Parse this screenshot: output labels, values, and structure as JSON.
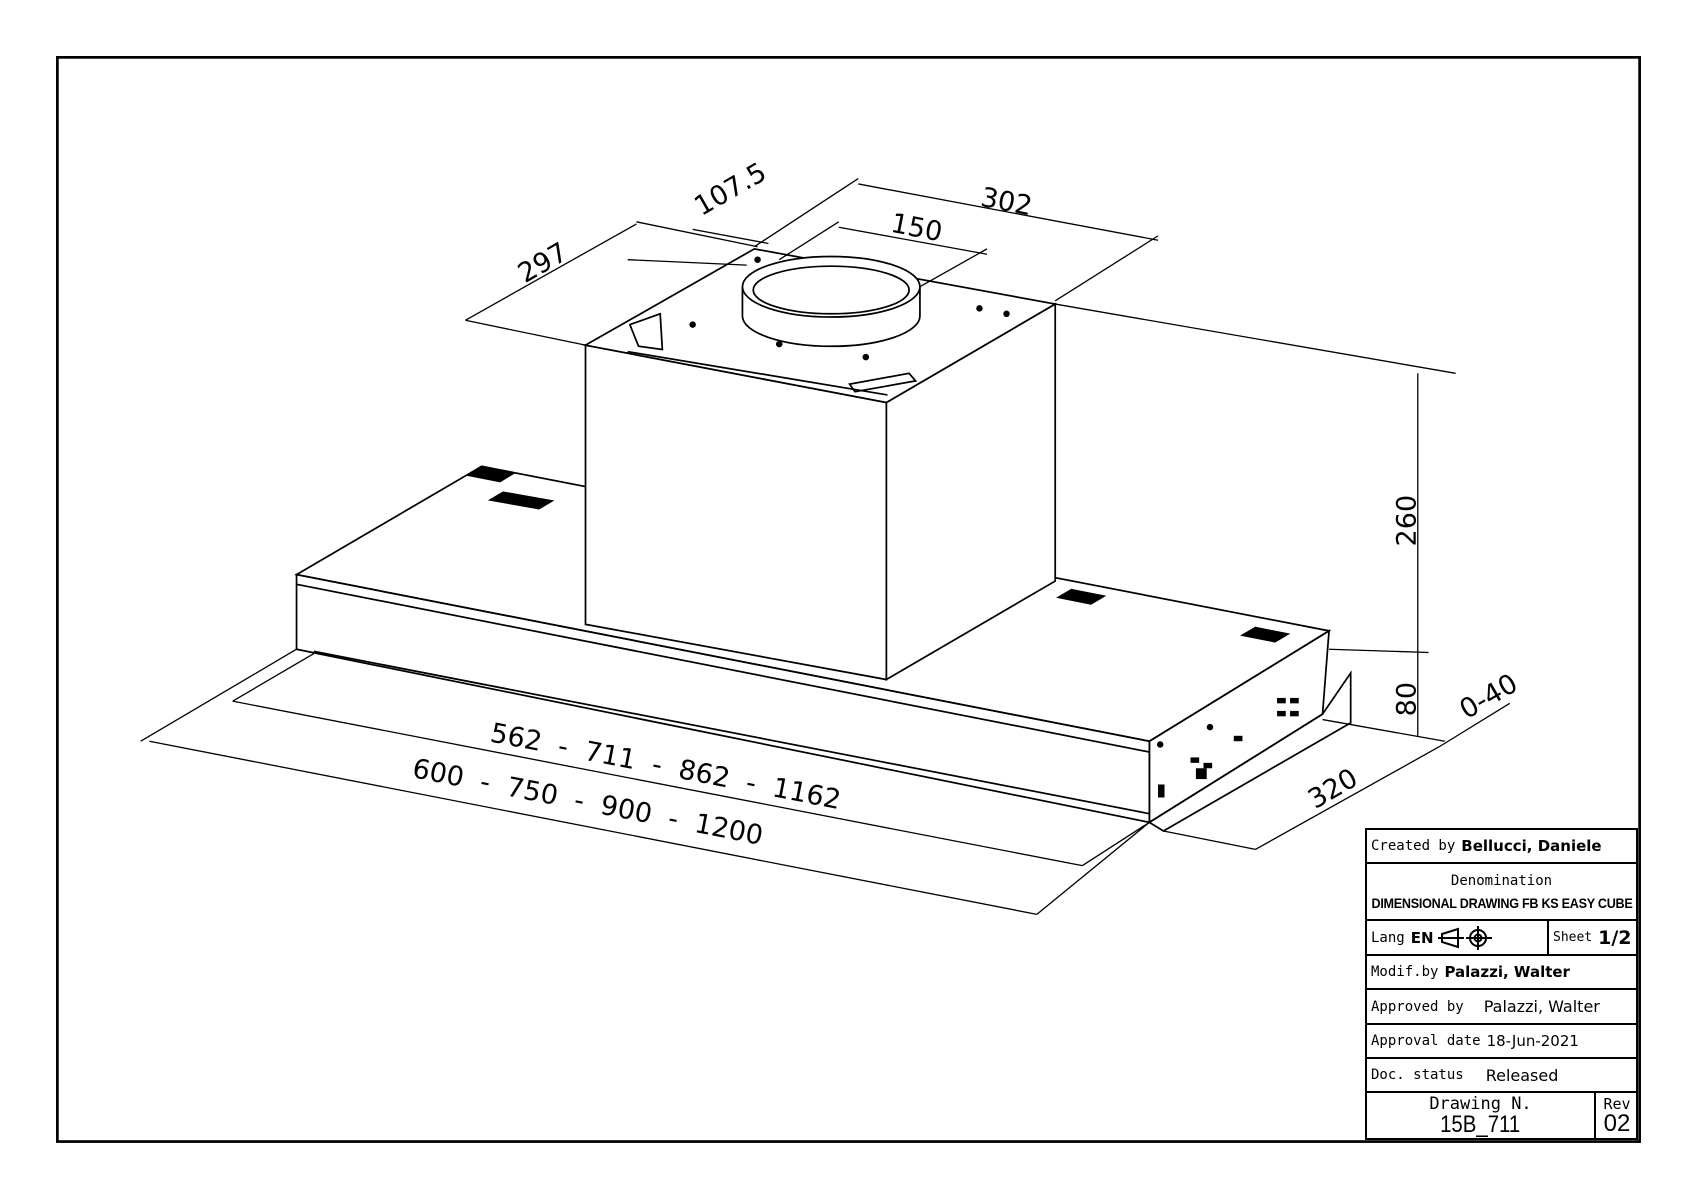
{
  "dimensions": {
    "d302": "302",
    "d150": "150",
    "d107": "107.5",
    "d297": "297",
    "d260": "260",
    "d80": "80",
    "d040": "0-40",
    "d320": "320",
    "inner_widths": "562  -  711  -  862  -  1162",
    "outer_widths": "600  -  750  -  900  -  1200"
  },
  "title_block": {
    "created_by_label": "Created by",
    "created_by": "Bellucci, Daniele",
    "denomination_label": "Denomination",
    "denomination": "DIMENSIONAL DRAWING FB KS EASY CUBE",
    "lang_label": "Lang",
    "lang": "EN",
    "sheet_label": "Sheet",
    "sheet": "1/2",
    "modif_by_label": "Modif.by",
    "modif_by": "Palazzi, Walter",
    "approved_by_label": "Approved by",
    "approved_by": "Palazzi, Walter",
    "approval_date_label": "Approval date",
    "approval_date": "18-Jun-2021",
    "doc_status_label": "Doc. status",
    "doc_status": "Released",
    "drawing_n_label": "Drawing N.",
    "drawing_n": "15B_711",
    "rev_label": "Rev",
    "rev": "02"
  }
}
